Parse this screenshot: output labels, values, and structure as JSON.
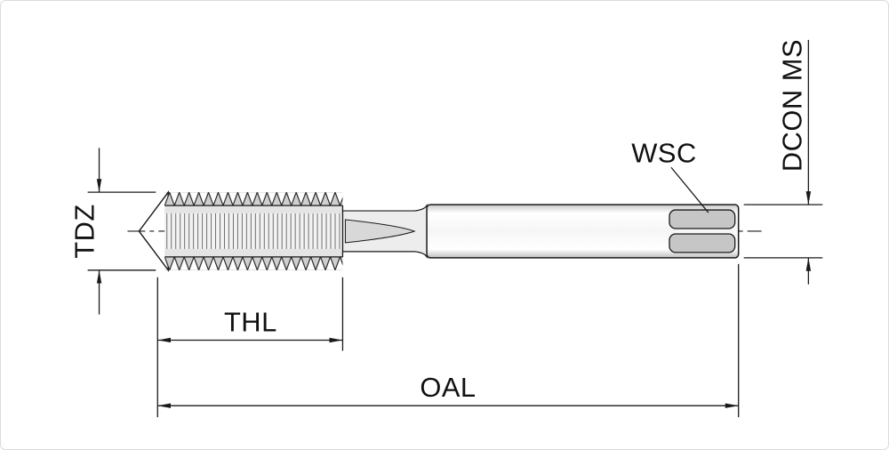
{
  "drawing": {
    "labels": {
      "tdz": "TDZ",
      "thl": "THL",
      "oal": "OAL",
      "wsc": "WSC",
      "dcon_ms": "DCON MS"
    },
    "colors": {
      "line": "#1a1a1a",
      "text": "#111111",
      "teethFill": "#cfcfcf",
      "coreFill": "#e4e4e4",
      "neckFill": "#ededed",
      "fluteFill": "#d8d8d8",
      "squareFill": "#c6c6c6",
      "threadHatch": "#6f6f6f",
      "background": "#ffffff"
    }
  }
}
